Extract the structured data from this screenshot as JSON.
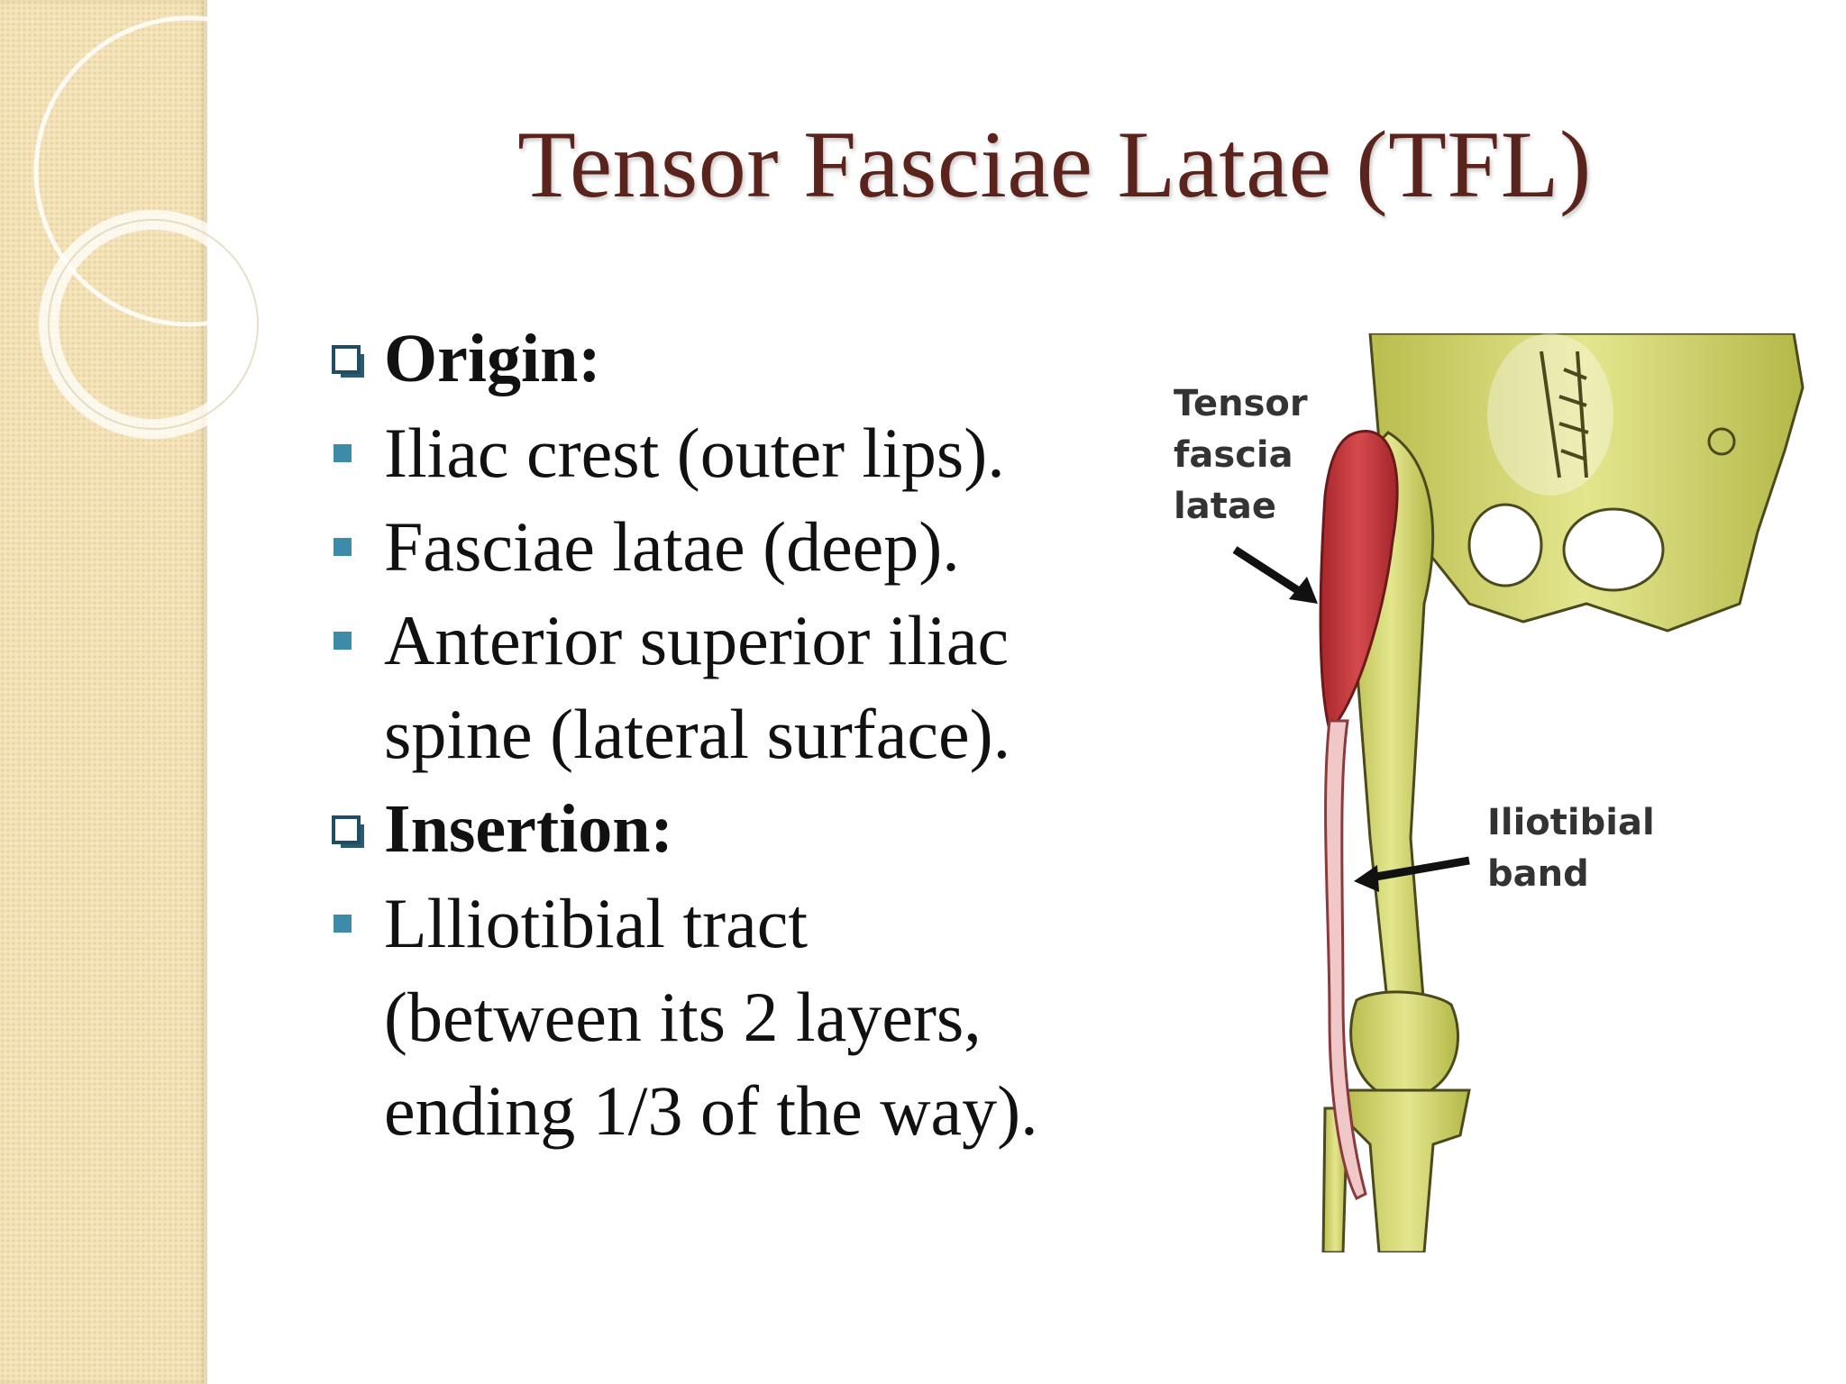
{
  "slide": {
    "title": "Tensor Fasciae Latae (TFL)",
    "sections": [
      {
        "heading": "Origin:",
        "items": [
          [
            "Iliac crest (outer lips)."
          ],
          [
            "Fasciae latae (deep)."
          ],
          [
            "Anterior superior iliac",
            "spine (lateral surface)."
          ]
        ]
      },
      {
        "heading": "Insertion:",
        "items": [
          [
            "Llliotibial tract",
            "(between its 2 layers,",
            "ending 1/3 of the way)."
          ]
        ]
      }
    ]
  },
  "figure": {
    "label_tfl": [
      "Tensor",
      "fascia",
      "latae"
    ],
    "label_itb": [
      "Iliotibial",
      "band"
    ]
  },
  "colors": {
    "title": "#5a231c",
    "heading_bullet": "#1f4e63",
    "item_bullet": "#3d8aa9",
    "sidebar": "#f3e1b6",
    "bone": "#d9dc7a",
    "muscle": "#c8383c"
  }
}
